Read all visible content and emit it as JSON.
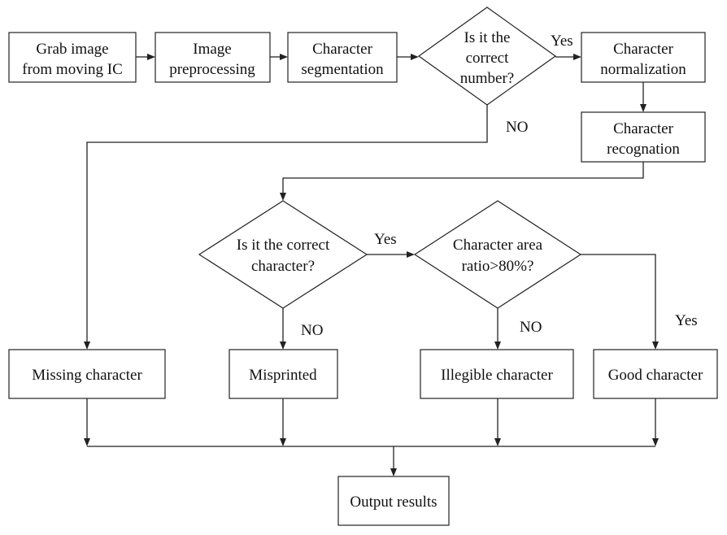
{
  "nodes": {
    "grab": {
      "lines": [
        "Grab image",
        "from moving IC"
      ]
    },
    "preprocess": {
      "lines": [
        "Image",
        "preprocessing"
      ]
    },
    "segment": {
      "lines": [
        "Character",
        "segmentation"
      ]
    },
    "check_number": {
      "lines": [
        "Is it the",
        "correct",
        "number?"
      ]
    },
    "normalize": {
      "lines": [
        "Character",
        "normalization"
      ]
    },
    "recognize": {
      "lines": [
        "Character",
        "recognation"
      ]
    },
    "check_char": {
      "lines": [
        "Is it the correct",
        "character?"
      ]
    },
    "check_area": {
      "lines": [
        "Character area",
        "ratio>80%?"
      ]
    },
    "missing": {
      "lines": [
        "Missing character"
      ]
    },
    "misprinted": {
      "lines": [
        "Misprinted"
      ]
    },
    "illegible": {
      "lines": [
        "Illegible character"
      ]
    },
    "good": {
      "lines": [
        "Good character"
      ]
    },
    "output": {
      "lines": [
        "Output results"
      ]
    }
  },
  "edge_labels": {
    "number_yes": "Yes",
    "number_no": "NO",
    "char_yes": "Yes",
    "char_no": "NO",
    "area_no": "NO",
    "area_yes": "Yes"
  }
}
